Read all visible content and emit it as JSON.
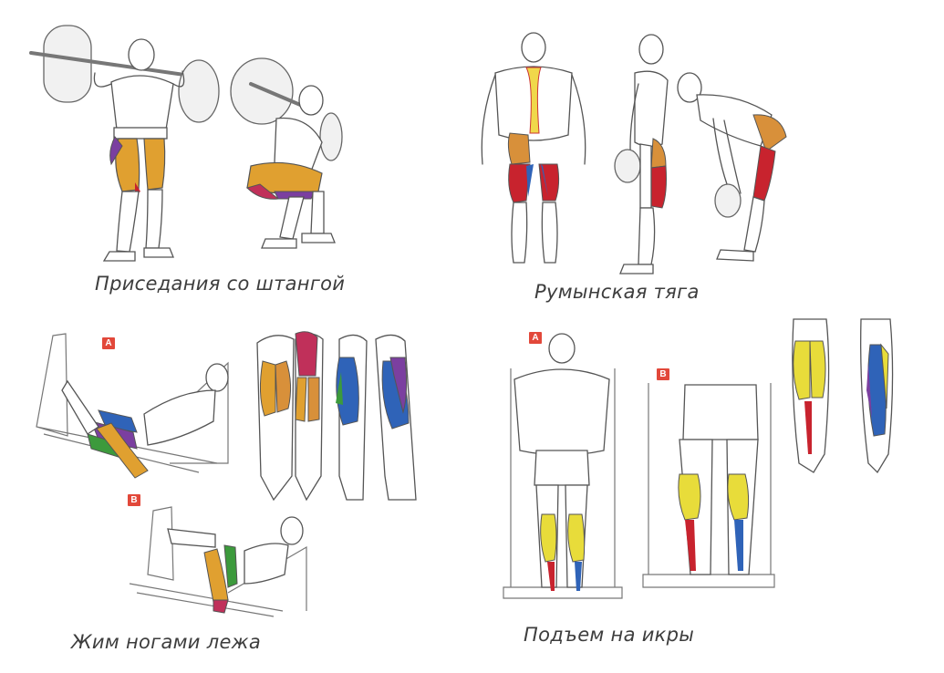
{
  "exercises": [
    {
      "caption": "Приседания со штангой"
    },
    {
      "caption": "Румынская тяга"
    },
    {
      "caption": "Жим ногами лежа"
    },
    {
      "caption": "Подъем на икры"
    }
  ],
  "badges": {
    "a": "A",
    "b": "B"
  },
  "colors": {
    "quadriceps": "#e0a030",
    "glutes": "#d8903a",
    "hamstrings": "#c8232e",
    "adductors_blue": "#2f63b8",
    "purple": "#7b3fa0",
    "green": "#3c9a3c",
    "calves_yellow": "#e8dc3a",
    "spine_yellow": "#f0d84a",
    "magenta": "#c0305a"
  }
}
